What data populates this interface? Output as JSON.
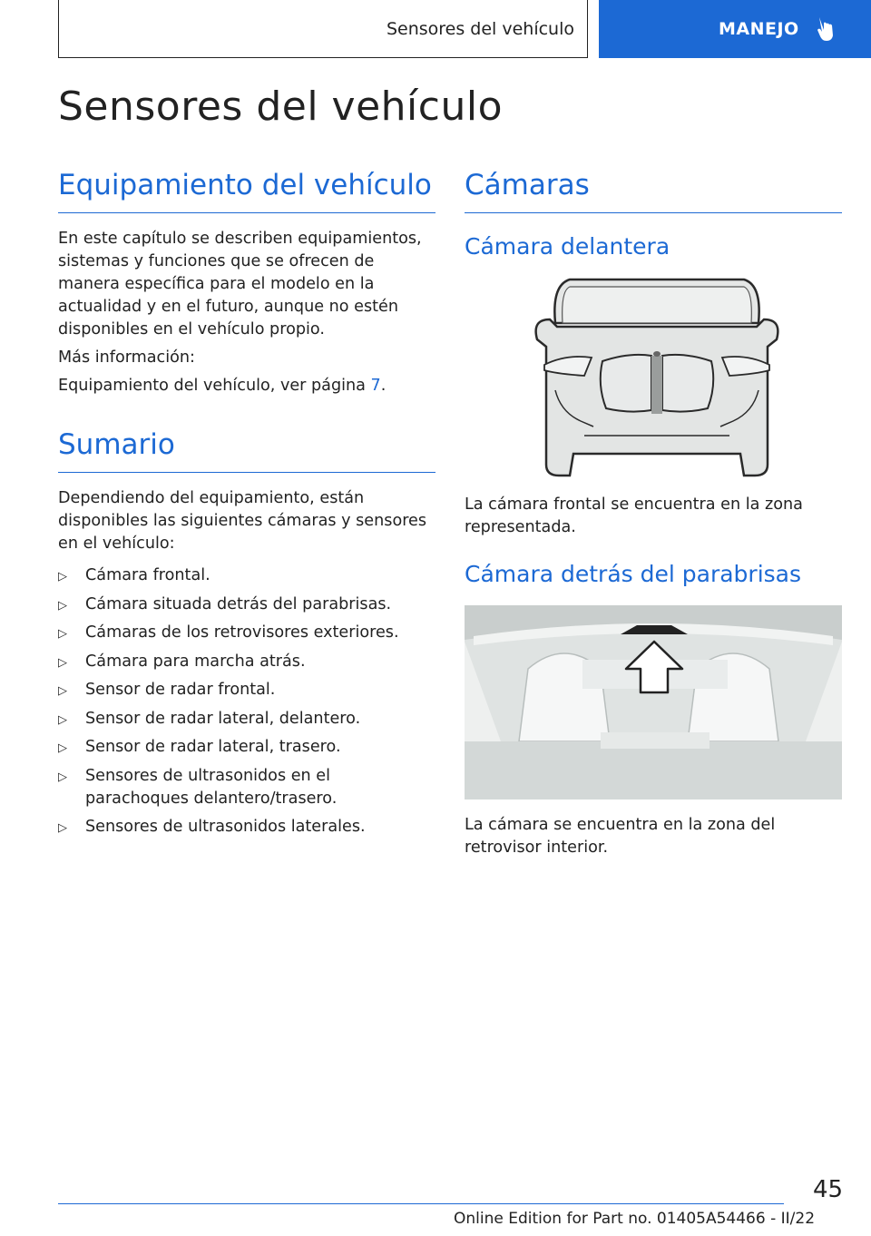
{
  "header": {
    "chapter": "Sensores del vehículo",
    "section": "MANEJO",
    "section_icon": "hand-pointer-icon",
    "accent_color": "#1c69d4"
  },
  "page_title": "Sensores del vehículo",
  "left": {
    "equipment": {
      "heading": "Equipamiento del vehículo",
      "paragraph": "En este capítulo se describen equipamientos, sistemas y funciones que se ofrecen de manera específica para el modelo en la actualidad y en el futuro, aunque no estén disponibles en el vehículo propio.",
      "more_info": "Más información:",
      "ref_text": "Equipamiento del vehículo, ver página ",
      "ref_page": "7",
      "ref_end": "."
    },
    "summary": {
      "heading": "Sumario",
      "intro": "Dependiendo del equipamiento, están disponibles las siguientes cámaras y sensores en el vehículo:",
      "items": [
        "Cámara frontal.",
        "Cámara situada detrás del parabrisas.",
        "Cámaras de los retrovisores exteriores.",
        "Cámara para marcha atrás.",
        "Sensor de radar frontal.",
        "Sensor de radar lateral, delantero.",
        "Sensor de radar lateral, trasero.",
        "Sensores de ultrasonidos en el parachoques delantero/trasero.",
        "Sensores de ultrasonidos laterales."
      ]
    }
  },
  "right": {
    "heading": "Cámaras",
    "front": {
      "heading": "Cámara delantera",
      "caption": "La cámara frontal se encuentra en la zona representada."
    },
    "windshield": {
      "heading": "Cámara detrás del parabrisas",
      "caption": "La cámara se encuentra en la zona del retrovisor interior."
    }
  },
  "footer": {
    "page_number": "45",
    "edition": "Online Edition for Part no. 01405A54466 - II/22"
  }
}
